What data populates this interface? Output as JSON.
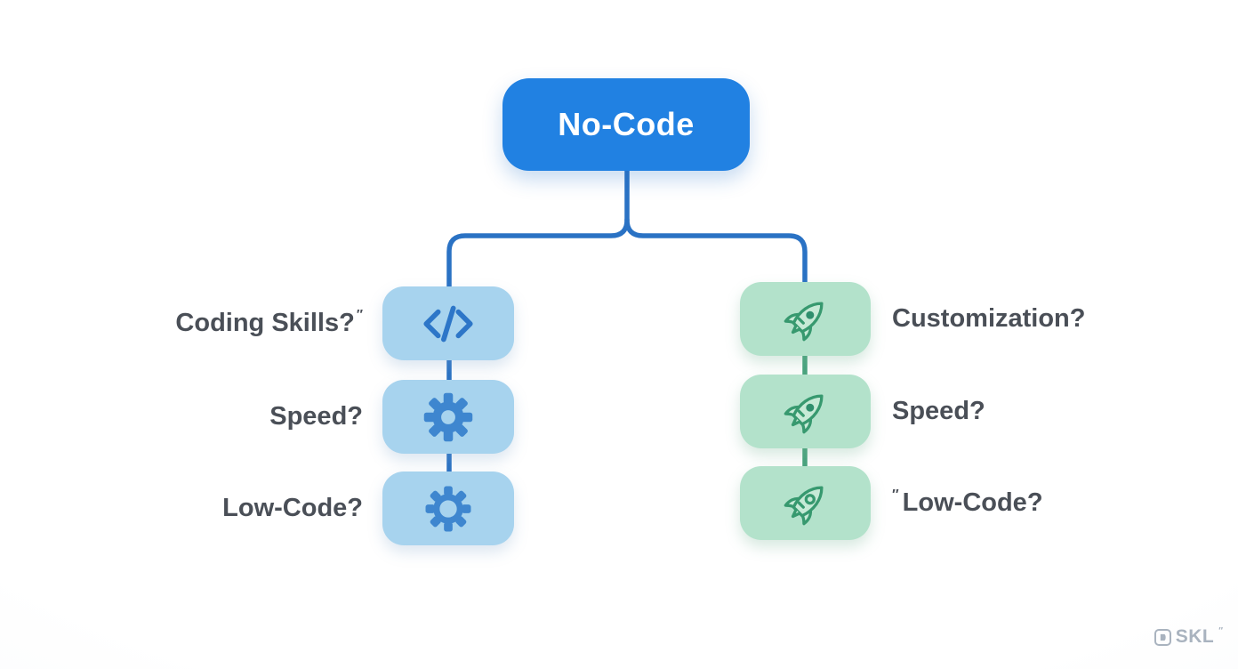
{
  "root_node": {
    "label": "No-Code",
    "fill": "#2181e2",
    "text_color": "#ffffff"
  },
  "connectors": {
    "blue": "#2a72c4",
    "green": "#49a37e"
  },
  "left_branch": {
    "box_fill": "#a7d3ee",
    "icon_color": "#2f7ac9",
    "items": [
      {
        "label": "Coding Skills?",
        "label_suffix": "″",
        "icon": "code-icon"
      },
      {
        "label": "Speed?",
        "icon": "gear-solid-icon"
      },
      {
        "label": "Low-Code?",
        "icon": "gear-outline-icon"
      }
    ]
  },
  "right_branch": {
    "box_fill": "#b3e2cb",
    "icon_color": "#3b9c77",
    "items": [
      {
        "label": "Customization?",
        "icon": "rocket-icon"
      },
      {
        "label": "Speed?",
        "icon": "rocket-icon"
      },
      {
        "label": "Low-Code?",
        "label_prefix": "″",
        "icon": "rocket-icon"
      }
    ]
  },
  "labels_color": "#4a4f57",
  "watermark": {
    "text": "SKL",
    "suffix": "″",
    "icon": "logo-badge-icon",
    "color": "#a9b3bf"
  }
}
